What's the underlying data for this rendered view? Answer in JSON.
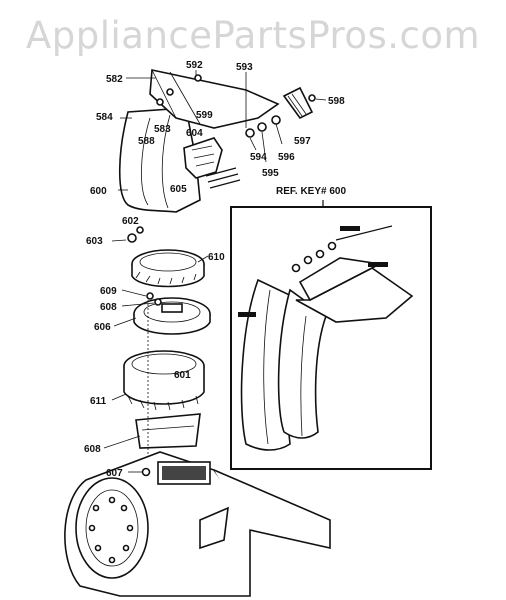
{
  "watermark": "AppliancePartsPros.com",
  "inset_title": "REF. KEY# 600",
  "colors": {
    "line": "#111111",
    "watermark": "#d6d6d6",
    "background": "#ffffff"
  },
  "labels": {
    "l582": "582",
    "l592": "592",
    "l593": "593",
    "l598": "598",
    "l584": "584",
    "l599": "599",
    "l583": "583",
    "l588": "588",
    "l604": "604",
    "l597": "597",
    "l594": "594",
    "l596": "596",
    "l595": "595",
    "l605": "605",
    "l600": "600",
    "l602": "602",
    "l603": "603",
    "l610": "610",
    "l609": "609",
    "l608a": "608",
    "l606": "606",
    "l601": "601",
    "l611": "611",
    "l608b": "608",
    "l607": "607"
  }
}
